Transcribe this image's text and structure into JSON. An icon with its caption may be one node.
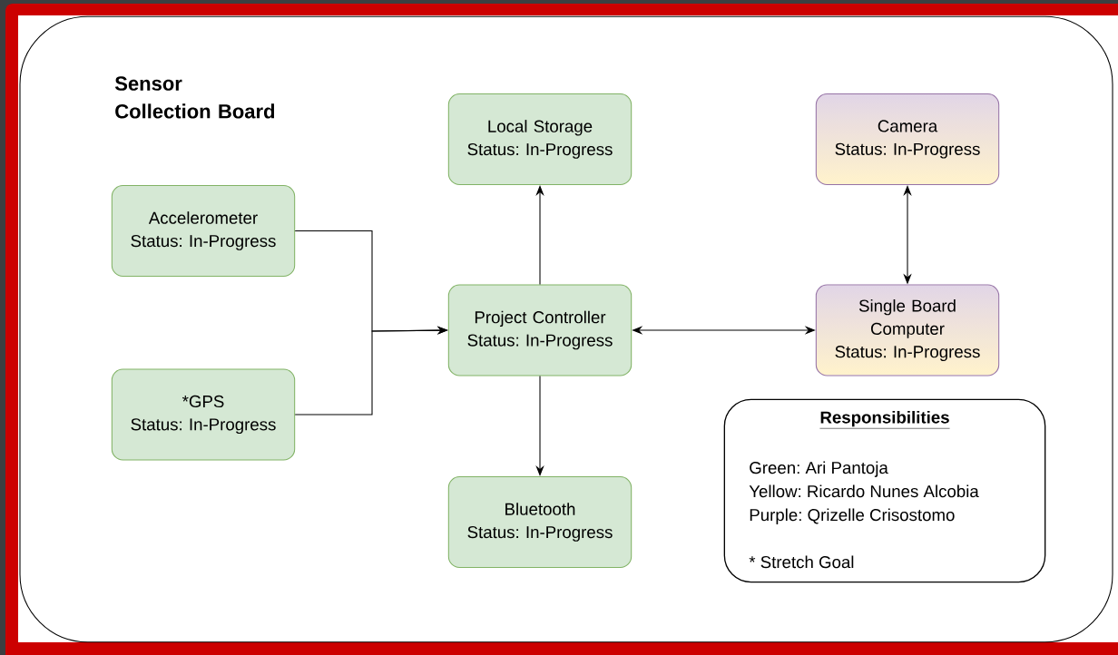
{
  "diagram": {
    "nodes": [
      {
        "text": [
          "Sensor Collection Board"
        ]
      },
      {
        "text": [
          "Local Storage",
          "Status: In-Progress"
        ],
        "in": 0
      },
      {
        "text": [
          "Camera",
          "Status: In-Progress"
        ],
        "in": 0
      },
      {
        "text": [
          "Accelerometer",
          "Status: In-Progress"
        ],
        "in": 0
      },
      {
        "text": [
          "Project Controller",
          "Status: In-Progress"
        ],
        "in": 0
      },
      {
        "text": [
          "Single Board Computer",
          "Status: In-Progress"
        ],
        "in": 0
      },
      {
        "text": [
          "*GPS",
          "Status: In-Progress"
        ],
        "in": 0
      },
      {
        "text": [
          "Responsibilities",
          "Green: Ari Pantoja",
          "Yellow: Ricardo Nunes Alcobia",
          "Purple: Qrizelle Crisostomo",
          "* Stretch Goal"
        ],
        "in": 0
      },
      {
        "text": [
          "Bluetooth",
          "Status: In-Progress"
        ],
        "in": 0
      }
    ],
    "edges": [
      {
        "from": 3,
        "to": 4,
        "arrow": "to"
      },
      {
        "from": 6,
        "to": 4,
        "arrow": "to"
      },
      {
        "from": 4,
        "to": 1,
        "arrow": "to"
      },
      {
        "from": 4,
        "to": 8,
        "arrow": "to"
      },
      {
        "from": 4,
        "to": 5,
        "arrow": "both"
      },
      {
        "from": 5,
        "to": 2,
        "arrow": "both"
      }
    ]
  }
}
